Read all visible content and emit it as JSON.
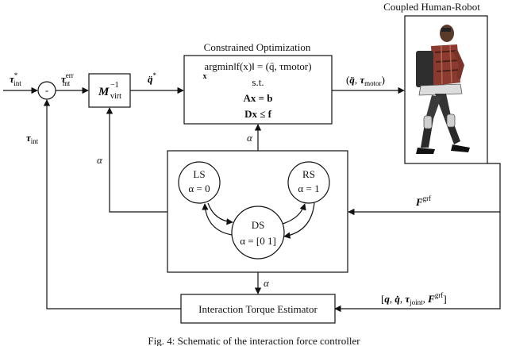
{
  "robot_panel": {
    "title": "Coupled Human-Robot"
  },
  "optimization": {
    "title": "Constrained Optimization",
    "objective": "argmin‖f(x)‖ = (q̈, τmotor)",
    "argmin_sub": "x",
    "st": "s.t.",
    "constraint1": "Ax = b",
    "constraint2": "Dx ≤ f"
  },
  "sum_junction": {
    "symbol": "-"
  },
  "minv_block": {
    "label": "M",
    "sup": "−1",
    "sub": "virt"
  },
  "signals": {
    "tau_int_star": "τ*int",
    "tau_int_err": "τerrint",
    "qdd_star": "q̈*",
    "output_pair": "(q̈, τmotor)",
    "tau_int": "τint",
    "alpha_left": "α",
    "alpha_top": "α",
    "alpha_bottom": "α",
    "f_grf": "Fgrf",
    "estimator_inputs": "[q, q̇, τjoint, Fgrf]"
  },
  "state_machine": {
    "ls_name": "LS",
    "ls_alpha": "α = 0",
    "rs_name": "RS",
    "rs_alpha": "α = 1",
    "ds_name": "DS",
    "ds_alpha": "α = [0 1]"
  },
  "estimator": {
    "label": "Interaction Torque Estimator"
  },
  "caption": "Fig. 4: Schematic of the interaction force controller"
}
